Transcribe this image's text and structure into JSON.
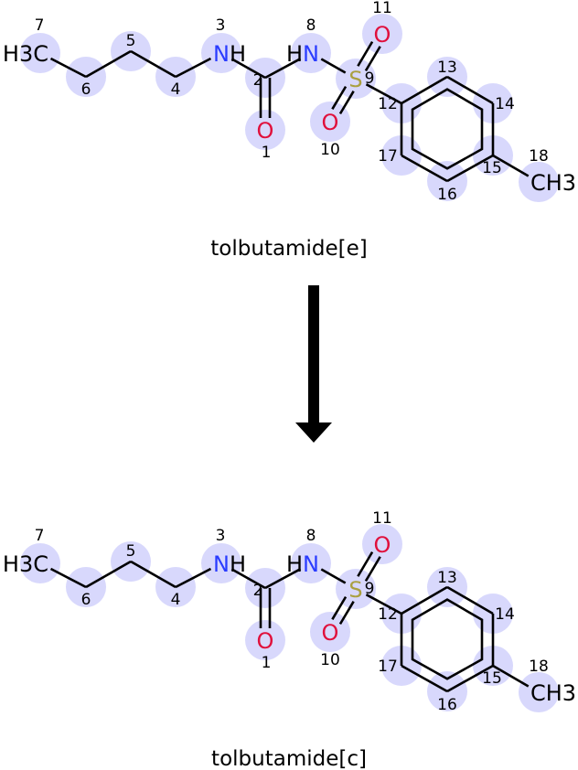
{
  "colors": {
    "highlight": "#d8d8fc",
    "bond": "#000000",
    "N": "#2a3cff",
    "O": "#e0103c",
    "S": "#aaa040",
    "C": "#000000"
  },
  "molecules": [
    {
      "title": "tolbutamide[e]",
      "atoms": [
        {
          "num": "1",
          "label": "O",
          "el": "O"
        },
        {
          "num": "2",
          "label": "",
          "el": "C"
        },
        {
          "num": "3",
          "label": "NH",
          "el": "N"
        },
        {
          "num": "4",
          "label": "",
          "el": "C"
        },
        {
          "num": "5",
          "label": "",
          "el": "C"
        },
        {
          "num": "6",
          "label": "",
          "el": "C"
        },
        {
          "num": "7",
          "label": "H3C",
          "el": "C"
        },
        {
          "num": "8",
          "label": "HN",
          "el": "N"
        },
        {
          "num": "9",
          "label": "S",
          "el": "S"
        },
        {
          "num": "10",
          "label": "O",
          "el": "O"
        },
        {
          "num": "11",
          "label": "O",
          "el": "O"
        },
        {
          "num": "12",
          "label": "",
          "el": "C"
        },
        {
          "num": "13",
          "label": "",
          "el": "C"
        },
        {
          "num": "14",
          "label": "",
          "el": "C"
        },
        {
          "num": "15",
          "label": "",
          "el": "C"
        },
        {
          "num": "16",
          "label": "",
          "el": "C"
        },
        {
          "num": "17",
          "label": "",
          "el": "C"
        },
        {
          "num": "18",
          "label": "CH3",
          "el": "C"
        }
      ]
    },
    {
      "title": "tolbutamide[c]",
      "atoms": [
        {
          "num": "1",
          "label": "O",
          "el": "O"
        },
        {
          "num": "2",
          "label": "",
          "el": "C"
        },
        {
          "num": "3",
          "label": "NH",
          "el": "N"
        },
        {
          "num": "4",
          "label": "",
          "el": "C"
        },
        {
          "num": "5",
          "label": "",
          "el": "C"
        },
        {
          "num": "6",
          "label": "",
          "el": "C"
        },
        {
          "num": "7",
          "label": "H3C",
          "el": "C"
        },
        {
          "num": "8",
          "label": "HN",
          "el": "N"
        },
        {
          "num": "9",
          "label": "S",
          "el": "S"
        },
        {
          "num": "10",
          "label": "O",
          "el": "O"
        },
        {
          "num": "11",
          "label": "O",
          "el": "O"
        },
        {
          "num": "12",
          "label": "",
          "el": "C"
        },
        {
          "num": "13",
          "label": "",
          "el": "C"
        },
        {
          "num": "14",
          "label": "",
          "el": "C"
        },
        {
          "num": "15",
          "label": "",
          "el": "C"
        },
        {
          "num": "16",
          "label": "",
          "el": "C"
        },
        {
          "num": "17",
          "label": "",
          "el": "C"
        },
        {
          "num": "18",
          "label": "CH3",
          "el": "C"
        }
      ]
    }
  ],
  "arrow": {
    "direction": "down"
  }
}
